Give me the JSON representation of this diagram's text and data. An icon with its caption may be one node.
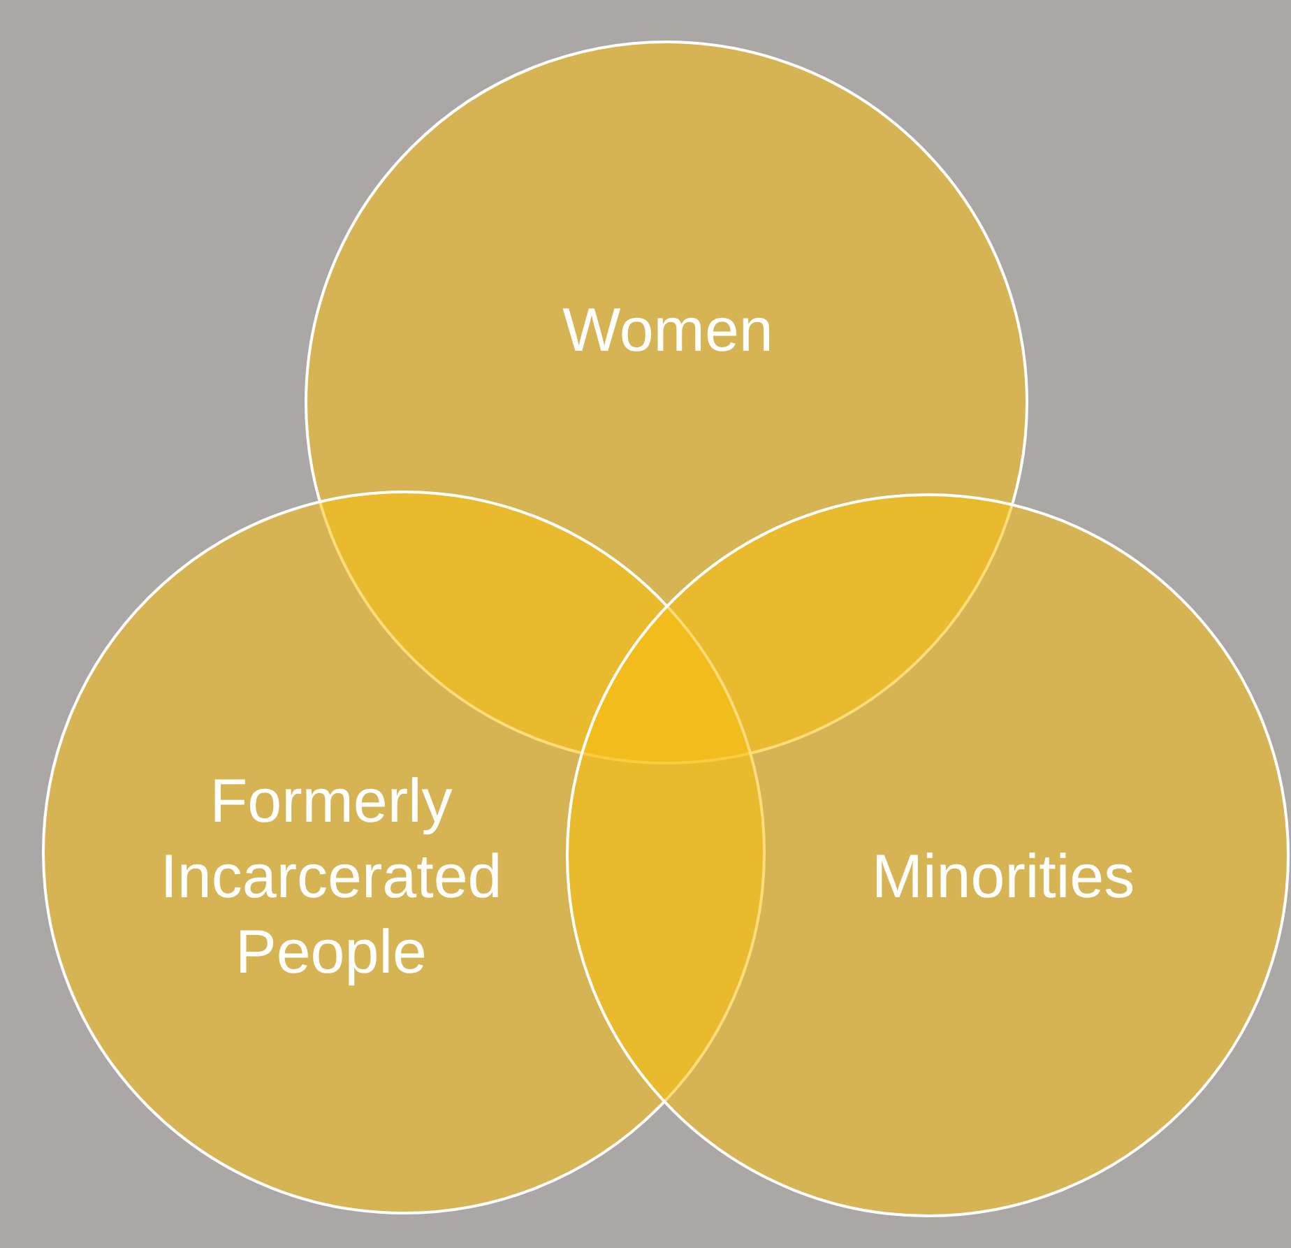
{
  "diagram": {
    "nodes": [
      {
        "text": [
          "Women"
        ]
      },
      {
        "text": [
          "Formerly Incarcerated People"
        ]
      },
      {
        "text": [
          "Minorities"
        ]
      }
    ]
  }
}
